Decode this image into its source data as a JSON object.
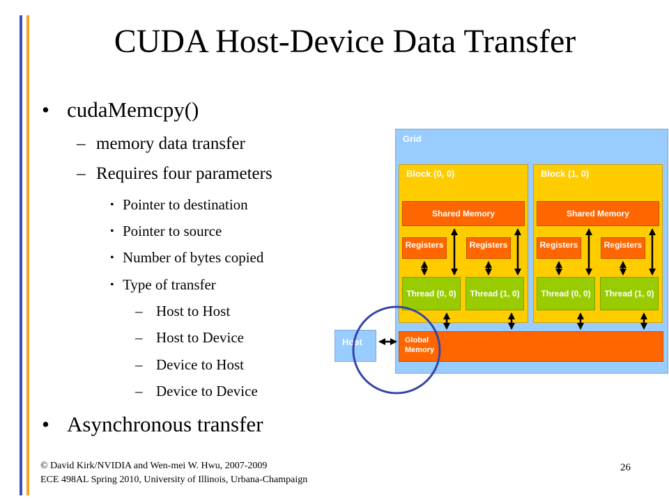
{
  "title": "CUDA Host-Device Data Transfer",
  "bullets": {
    "b1": "cudaMemcpy()",
    "b1_sub1": "memory data transfer",
    "b1_sub2": "Requires four parameters",
    "p1": "Pointer to destination",
    "p2": "Pointer to source",
    "p3": "Number of bytes copied",
    "p4": "Type of transfer",
    "t1": "Host to Host",
    "t2": "Host to Device",
    "t3": "Device to Host",
    "t4": "Device to Device",
    "b2": "Asynchronous transfer"
  },
  "markers": {
    "dot": "•",
    "dash": "–"
  },
  "footer": {
    "line1": "© David Kirk/NVIDIA and Wen-mei W. Hwu, 2007-2009",
    "line2": "ECE 498AL Spring 2010, University of Illinois, Urbana-Champaign",
    "page": "26"
  },
  "diagram": {
    "grid": "Grid",
    "blocks": [
      {
        "label": "Block (0, 0)",
        "shared": "Shared Memory",
        "regs": [
          "Registers",
          "Registers"
        ],
        "threads": [
          "Thread (0, 0)",
          "Thread (1, 0)"
        ]
      },
      {
        "label": "Block (1, 0)",
        "shared": "Shared Memory",
        "regs": [
          "Registers",
          "Registers"
        ],
        "threads": [
          "Thread (0, 0)",
          "Thread (1, 0)"
        ]
      }
    ],
    "global_memory": "Global Memory",
    "host": "Host"
  },
  "colors": {
    "grid": "#99ccff",
    "block": "#ffcc00",
    "memory": "#ff6600",
    "thread": "#99cc00",
    "circle": "#3344aa",
    "bar_blue": "#3a4fb8",
    "bar_orange": "#f5a623"
  }
}
